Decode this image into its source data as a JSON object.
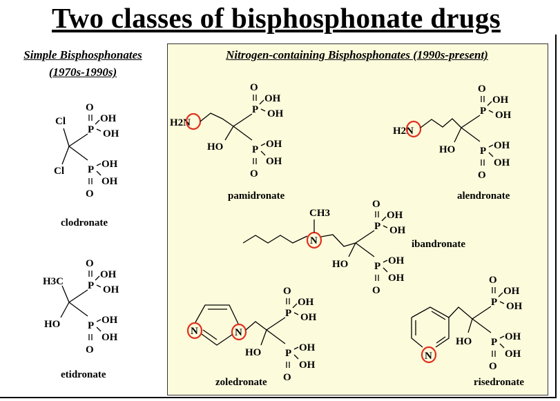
{
  "title": "Two classes of bisphosphonate drugs",
  "simple": {
    "heading": "Simple Bisphosphonates",
    "period": "(1970s-1990s)"
  },
  "nitrogen": {
    "heading": "Nitrogen-containing Bisphosphonates (1990s-present)"
  },
  "atoms": {
    "O": "O",
    "OH": "OH",
    "P": "P",
    "HO": "HO",
    "Cl": "Cl",
    "H3C": "H3C",
    "H2N": "H2N",
    "N": "N",
    "CH3": "CH3"
  },
  "compounds": {
    "clodronate": "clodronate",
    "etidronate": "etidronate",
    "pamidronate": "pamidronate",
    "alendronate": "alendronate",
    "ibandronate": "ibandronate",
    "zoledronate": "zoledronate",
    "risedronate": "risedronate"
  },
  "colors": {
    "highlight": "#e0301e",
    "box": "#fcfbdc"
  }
}
